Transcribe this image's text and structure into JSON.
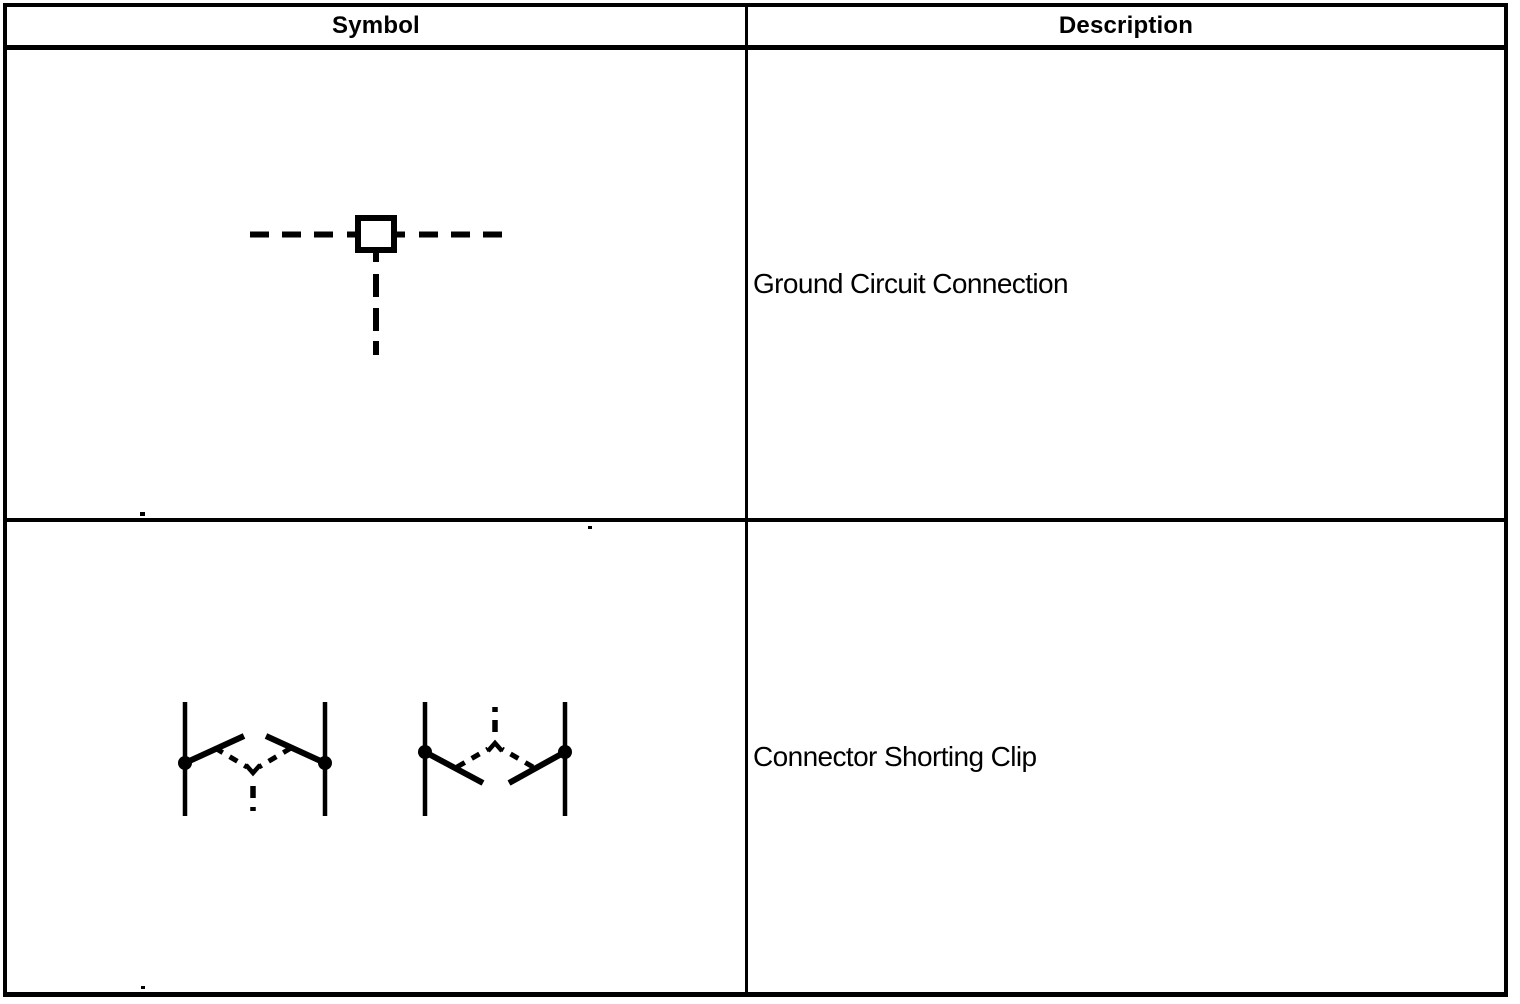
{
  "colors": {
    "ink": "#000000",
    "background": "#ffffff"
  },
  "table": {
    "headers": [
      {
        "label": "Symbol"
      },
      {
        "label": "Description"
      }
    ],
    "rows": [
      {
        "symbol": "ground-circuit-connection-symbol",
        "description": "Ground Circuit Connection"
      },
      {
        "symbol": "connector-shorting-clip-symbol-pair",
        "description": "Connector Shorting Clip"
      }
    ]
  }
}
